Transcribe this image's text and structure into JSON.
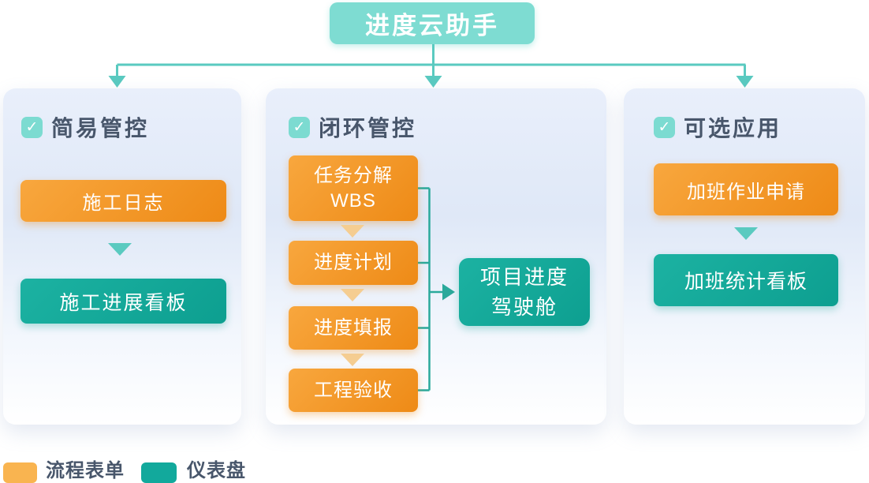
{
  "root": {
    "title": "进度云助手"
  },
  "panels": {
    "left": {
      "title": "简易管控",
      "form_node": "施工日志",
      "dashboard_node": "施工进展看板"
    },
    "middle": {
      "title": "闭环管控",
      "steps": [
        {
          "line1": "任务分解",
          "line2": "WBS"
        },
        {
          "line1": "进度计划"
        },
        {
          "line1": "进度填报"
        },
        {
          "line1": "工程验收"
        }
      ],
      "result_node": {
        "line1": "项目进度",
        "line2": "驾驶舱"
      }
    },
    "right": {
      "title": "可选应用",
      "form_node": "加班作业申请",
      "dashboard_node": "加班统计看板"
    }
  },
  "legend": {
    "items": [
      {
        "label": "流程表单",
        "color": "#f9b450"
      },
      {
        "label": "仪表盘",
        "color": "#12a99c"
      }
    ]
  },
  "colors": {
    "root_node": "#7edcd2",
    "form_node": "#f49b28",
    "dashboard_node": "#12a89a",
    "connector": "#5acac0",
    "bracket": "#2aa99b",
    "header_text": "#48566b"
  }
}
